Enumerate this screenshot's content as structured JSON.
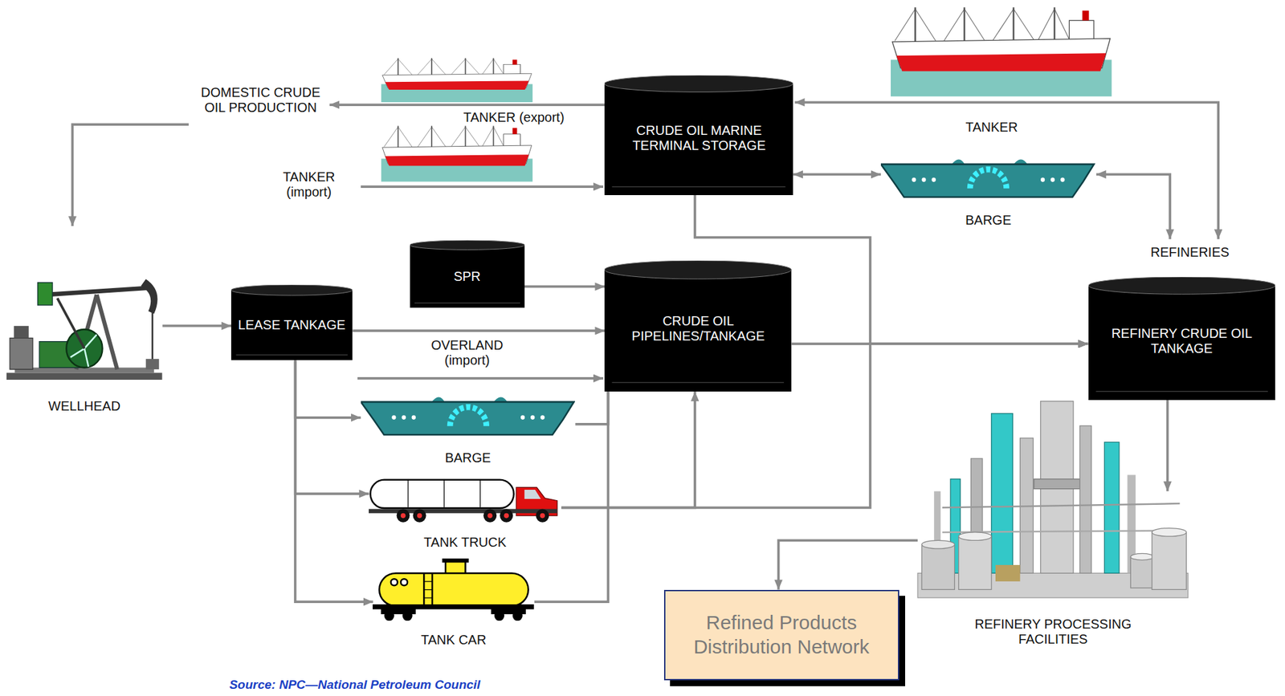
{
  "diagram": {
    "nodes": [
      {
        "text": [
          "CRUDE OIL MARINE TERMINAL STORAGE"
        ]
      },
      {
        "text": [
          "BARGE"
        ]
      },
      {
        "text": [
          "SPR"
        ]
      },
      {
        "text": [
          "WELLHEAD"
        ]
      },
      {
        "text": [
          "LEASE TANKAGE"
        ]
      },
      {
        "text": [
          "CRUDE OIL PIPELINES/TANKAGE"
        ]
      },
      {
        "text": [
          "REFINERY CRUDE OIL TANKAGE"
        ]
      },
      {
        "text": [
          "BARGE"
        ]
      },
      {
        "text": [
          "TANK TRUCK"
        ]
      },
      {
        "text": [
          "TANK CAR"
        ]
      },
      {
        "text": [
          "REFINERY PROCESSING FACILITIES"
        ]
      },
      {
        "text": [
          "Refined Products Distribution Network"
        ]
      }
    ],
    "edges": [
      {
        "from": 0,
        "to": 1,
        "arrow": "both"
      },
      {
        "from": 3,
        "to": 4,
        "arrow": "to"
      },
      {
        "from": 4,
        "to": 5,
        "arrow": "to"
      },
      {
        "from": 2,
        "to": 5,
        "arrow": "to"
      },
      {
        "from": 4,
        "to": 7,
        "arrow": "to"
      },
      {
        "from": 4,
        "to": 8,
        "arrow": "to"
      },
      {
        "from": 4,
        "to": 9,
        "arrow": "to"
      },
      {
        "from": 7,
        "to": 5,
        "arrow": "none"
      },
      {
        "from": 9,
        "to": 5,
        "arrow": "none"
      },
      {
        "from": 8,
        "to": 5,
        "arrow": "to"
      },
      {
        "from": 8,
        "to": 6,
        "arrow": "to"
      },
      {
        "from": 5,
        "to": 6,
        "arrow": "to"
      },
      {
        "from": 0,
        "to": 6,
        "arrow": "to"
      },
      {
        "from": 6,
        "to": 10,
        "arrow": "to"
      },
      {
        "from": 10,
        "to": 11,
        "arrow": "to"
      }
    ],
    "labels": [
      "DOMESTIC CRUDE OIL PRODUCTION",
      "TANKER (export)",
      "TANKER (import)",
      "TANKER",
      "REFINERIES",
      "OVERLAND (import)",
      "Source: NPC—National Petroleum Council"
    ]
  }
}
